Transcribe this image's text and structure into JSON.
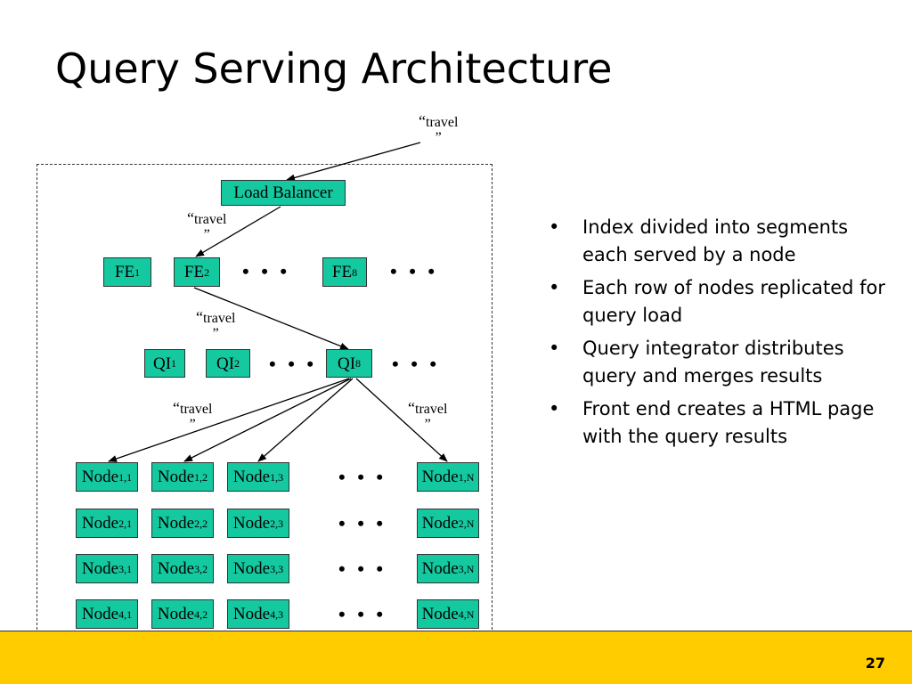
{
  "slide": {
    "title": "Query Serving Architecture",
    "page_number": "27",
    "accent_color": "#ffcc00",
    "box_color": "#14c8a0"
  },
  "diagram": {
    "query_label": {
      "open": "“",
      "text": "travel",
      "close": "”"
    },
    "load_balancer": "Load Balancer",
    "fe": [
      {
        "base": "FE",
        "sub": "1"
      },
      {
        "base": "FE",
        "sub": "2"
      },
      {
        "base": "FE",
        "sub": "8"
      }
    ],
    "qi": [
      {
        "base": "QI",
        "sub": "1"
      },
      {
        "base": "QI",
        "sub": "2"
      },
      {
        "base": "QI",
        "sub": "8"
      }
    ],
    "node_base": "Node",
    "node_rows": [
      [
        "1,1",
        "1,2",
        "1,3",
        "1,N"
      ],
      [
        "2,1",
        "2,2",
        "2,3",
        "2,N"
      ],
      [
        "3,1",
        "3,2",
        "3,3",
        "3,N"
      ],
      [
        "4,1",
        "4,2",
        "4,3",
        "4,N"
      ]
    ],
    "ellipsis": "• • •"
  },
  "bullets": {
    "marker": "•",
    "items": [
      "Index divided into segments each served by a node",
      "Each row of nodes replicated for query load",
      "Query integrator distributes query and merges results",
      "Front end creates a HTML page with the query results"
    ]
  }
}
